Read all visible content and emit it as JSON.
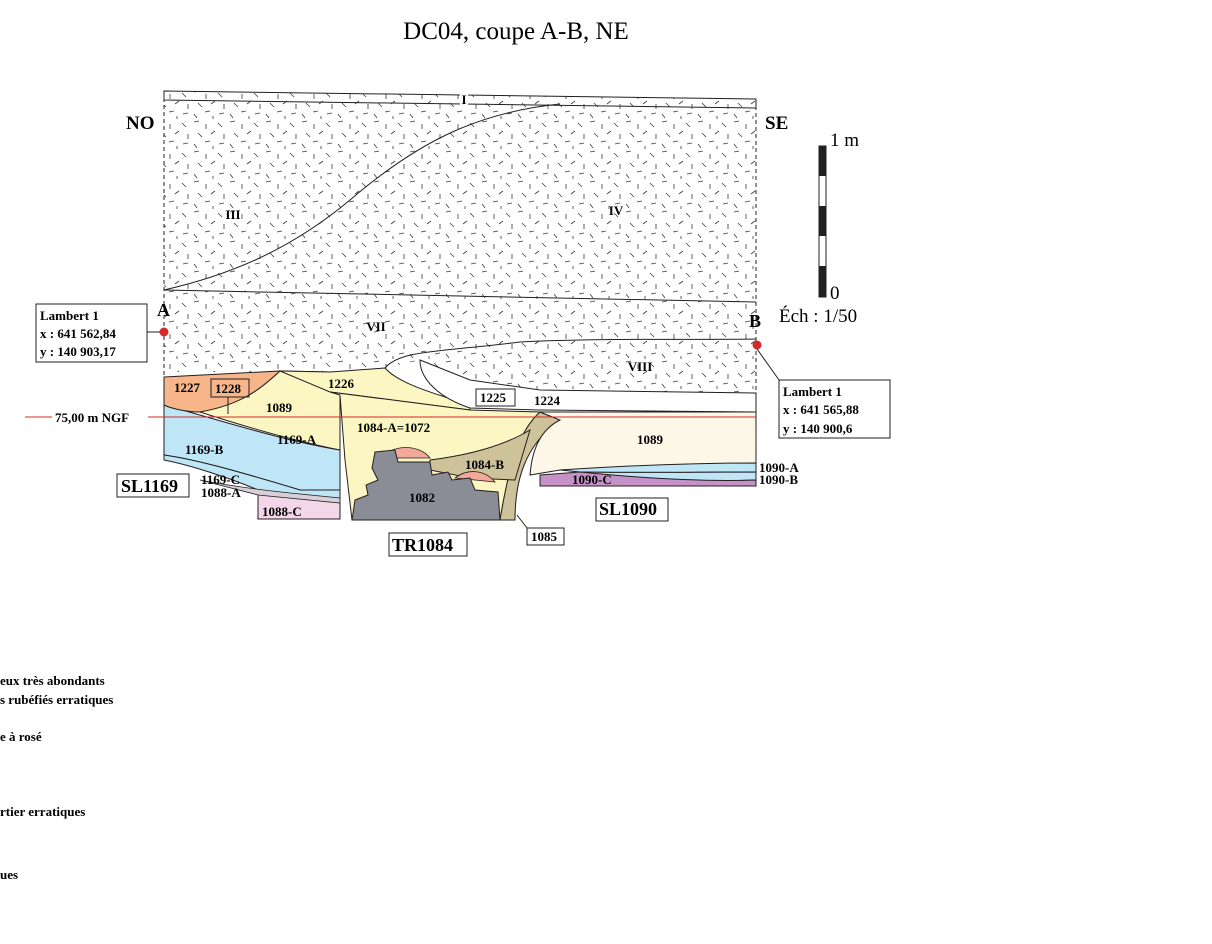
{
  "title": "DC04, coupe A-B, NE",
  "orientation": {
    "left": "NO",
    "right": "SE"
  },
  "points": {
    "a": "A",
    "b": "B"
  },
  "scale": {
    "top_label": "1 m",
    "bottom_label": "0",
    "ratio": "Éch : 1/50"
  },
  "reference_level": "75,00 m NGF",
  "coordinates": {
    "a": {
      "system": "Lambert 1",
      "x": "x : 641 562,84",
      "y": "y : 140 903,17"
    },
    "b": {
      "system": "Lambert 1",
      "x": "x : 641 565,88",
      "y": "y : 140 900,6"
    }
  },
  "horizons": {
    "i": "I",
    "iii": "III",
    "iv": "IV",
    "vii": "VII",
    "viii": "VIII"
  },
  "layers": {
    "l1227": "1227",
    "l1228": "1228",
    "l1226": "1226",
    "l1089_left": "1089",
    "l1225": "1225",
    "l1224": "1224",
    "l1084a": "1084-A=1072",
    "l1089_right": "1089",
    "l1169b": "1169-B",
    "l1169a": "1169-A",
    "l1084b": "1084-B",
    "l1082": "1082",
    "l1090a": "1090-A",
    "l1090b": "1090-B",
    "l1090c": "1090-C",
    "l1169c": "1169-C",
    "l1088a": "1088-A",
    "l1088c": "1088-C",
    "l1085": "1085"
  },
  "structures": {
    "sl1169": "SL1169",
    "sl1090": "SL1090",
    "tr1084": "TR1084"
  },
  "legend": {
    "line1": "eux très abondants",
    "line2": "s rubéfiés erratiques",
    "line3": "e à rosé",
    "line4": "rtier erratiques",
    "line5": "ues"
  },
  "colors": {
    "orange": "#f7b58a",
    "pale_yellow": "#fbf6c2",
    "light_blue": "#bfe6f6",
    "olive": "#cec29a",
    "gray": "#8a8d96",
    "purple": "#c691c6",
    "pink": "#f3d6e8",
    "cream": "#fdf7e8",
    "red_line": "#d42a2a",
    "red_point": "#d42a2a"
  }
}
